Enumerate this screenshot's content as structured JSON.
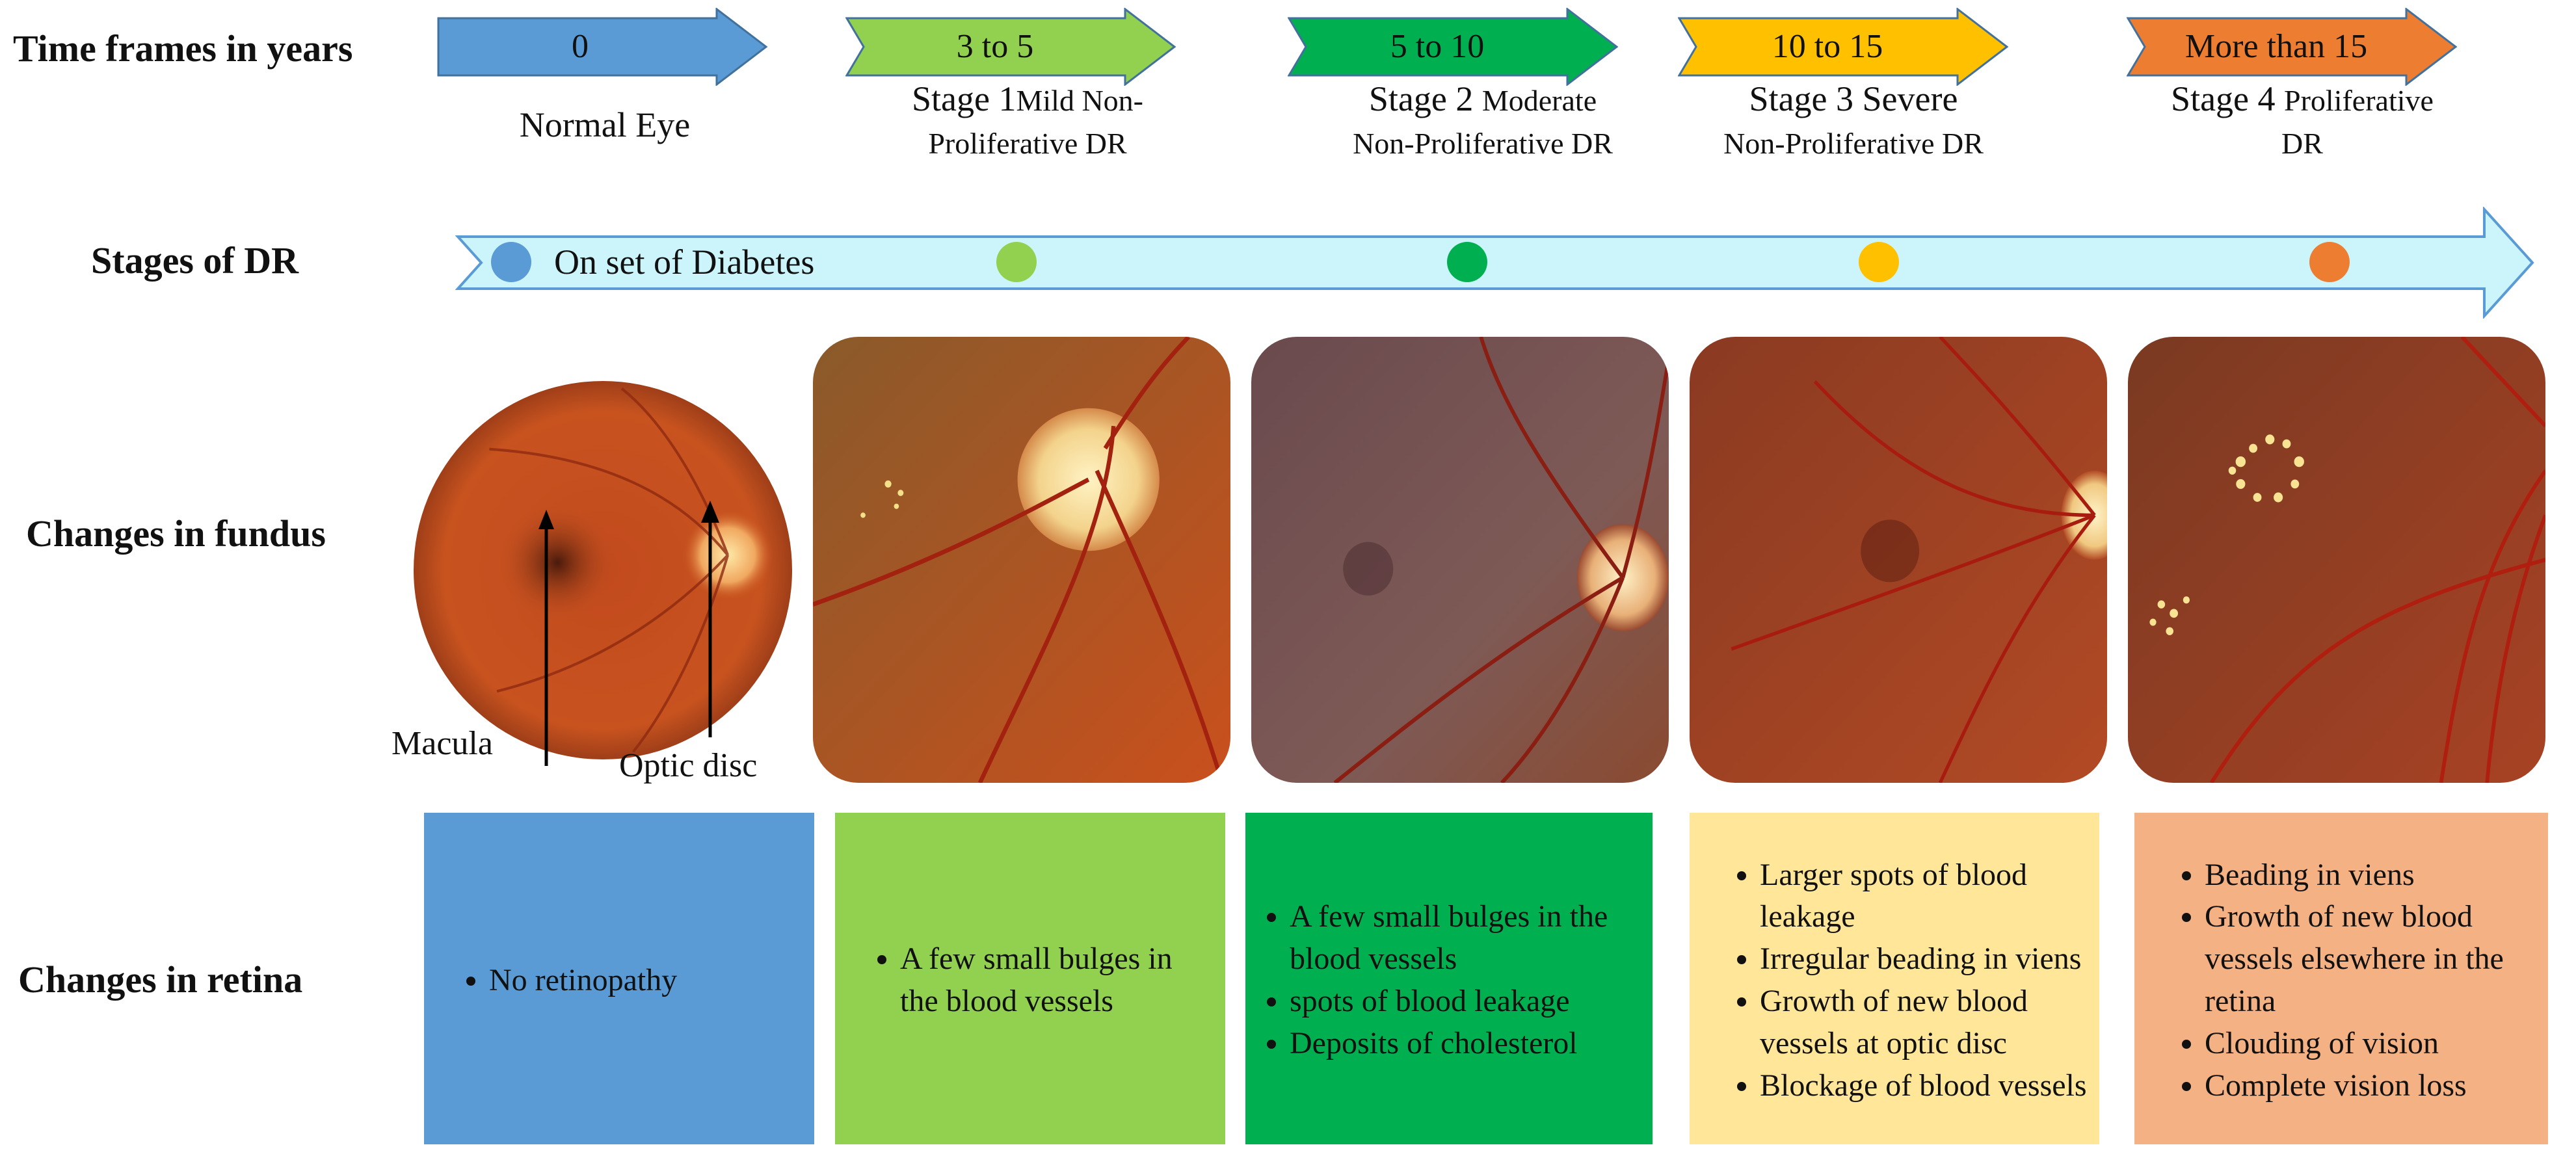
{
  "row_labels": {
    "time_frames": "Time frames in years",
    "stages": "Stages of DR",
    "fundus": "Changes in fundus",
    "retina": "Changes in retina"
  },
  "stages": [
    {
      "time": "0",
      "name_main": "Normal Eye",
      "name_sub": "",
      "name_line2": "",
      "color": "#5b9bd5",
      "retina": [
        "No retinopathy"
      ]
    },
    {
      "time": "3 to 5",
      "name_main": "Stage 1",
      "name_sub": "Mild Non-",
      "name_line2": "Proliferative DR",
      "color": "#92d050",
      "retina": [
        "A few small bulges in the blood vessels"
      ]
    },
    {
      "time": "5 to 10",
      "name_main": "Stage 2 ",
      "name_sub": "Moderate",
      "name_line2": "Non-Proliferative DR",
      "color": "#00b050",
      "retina": [
        "A few small bulges in the blood vessels",
        "spots of blood leakage",
        "Deposits of cholesterol"
      ]
    },
    {
      "time": "10 to 15",
      "name_main": "Stage 3 Severe",
      "name_sub": "",
      "name_line2": "Non-Proliferative DR",
      "color": "#ffc000",
      "retina": [
        "Larger spots of blood leakage",
        "Irregular beading in viens",
        "Growth of new blood vessels at optic disc",
        "Blockage of blood vessels"
      ]
    },
    {
      "time": "More than 15",
      "name_main": "Stage 4 ",
      "name_sub": "Proliferative",
      "name_line2": "DR",
      "color": "#ed7d31",
      "retina": [
        "Beading in viens",
        "Growth of new blood vessels elsewhere in the retina",
        "Clouding of vision",
        "Complete vision loss"
      ]
    }
  ],
  "timeline": {
    "onset_label": "On set of Diabetes",
    "fill_color": "#ccf5fb",
    "stroke_color": "#5b9bd5"
  },
  "fundus_labels": {
    "macula": "Macula",
    "optic_disc": "Optic disc"
  },
  "box_colors": [
    "#5b9bd5",
    "#92d050",
    "#00b050",
    "#ffe699",
    "#f4b183"
  ]
}
